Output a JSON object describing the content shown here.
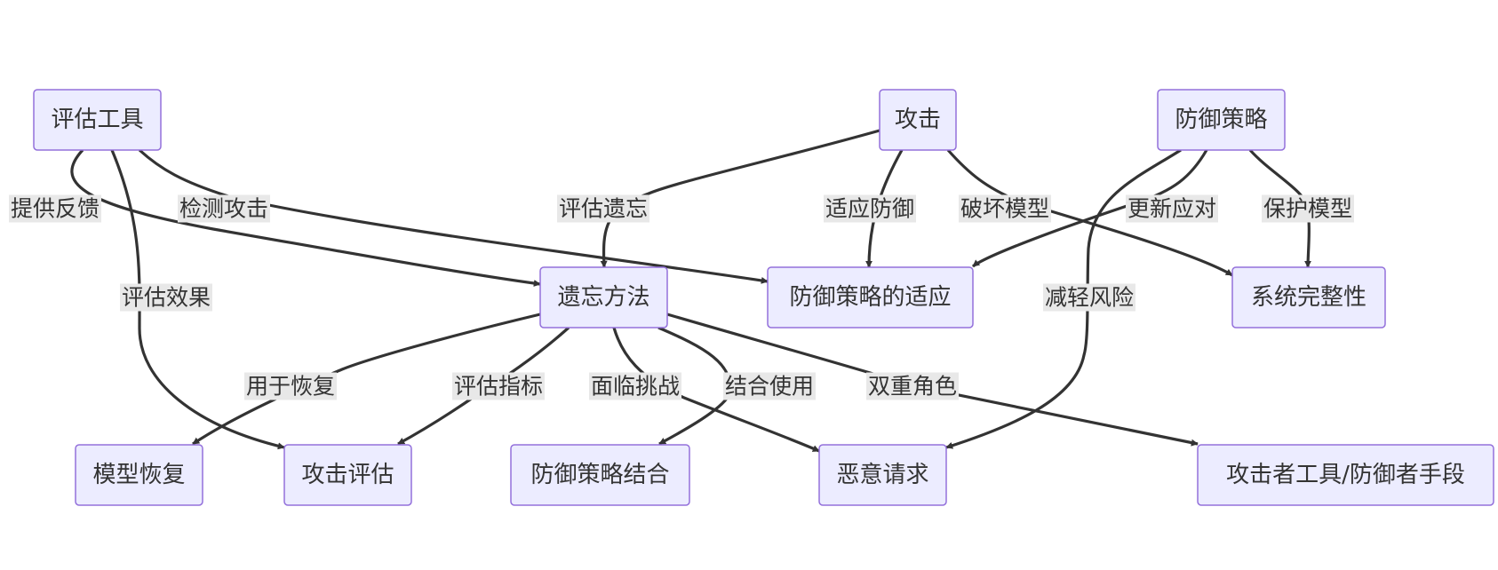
{
  "nodes": [
    {
      "id": "eval_tools",
      "label": "评估工具"
    },
    {
      "id": "attack",
      "label": "攻击"
    },
    {
      "id": "defense",
      "label": "防御策略"
    },
    {
      "id": "unlearn",
      "label": "遗忘方法"
    },
    {
      "id": "defense_adapt",
      "label": "防御策略的适应"
    },
    {
      "id": "integrity",
      "label": "系统完整性"
    },
    {
      "id": "model_recovery",
      "label": "模型恢复"
    },
    {
      "id": "attack_eval",
      "label": "攻击评估"
    },
    {
      "id": "defense_combo",
      "label": "防御策略结合"
    },
    {
      "id": "malicious",
      "label": "恶意请求"
    },
    {
      "id": "dual_tool",
      "label": "攻击者工具/防御者手段"
    }
  ],
  "edges": [
    {
      "id": "e1",
      "from": "eval_tools",
      "to": "unlearn",
      "label": "提供反馈"
    },
    {
      "id": "e2",
      "from": "eval_tools",
      "to": "defense_adapt",
      "label": "检测攻击"
    },
    {
      "id": "e3",
      "from": "eval_tools",
      "to": "attack_eval",
      "label": "评估效果"
    },
    {
      "id": "e4",
      "from": "attack",
      "to": "unlearn",
      "label": "评估遗忘"
    },
    {
      "id": "e5",
      "from": "attack",
      "to": "defense_adapt",
      "label": "适应防御"
    },
    {
      "id": "e6",
      "from": "attack",
      "to": "integrity",
      "label": "破坏模型"
    },
    {
      "id": "e7",
      "from": "defense",
      "to": "defense_adapt",
      "label": "更新应对"
    },
    {
      "id": "e8",
      "from": "defense",
      "to": "integrity",
      "label": "保护模型"
    },
    {
      "id": "e9",
      "from": "defense",
      "to": "malicious",
      "label": "减轻风险"
    },
    {
      "id": "e10",
      "from": "unlearn",
      "to": "model_recovery",
      "label": "用于恢复"
    },
    {
      "id": "e11",
      "from": "unlearn",
      "to": "attack_eval",
      "label": "评估指标"
    },
    {
      "id": "e12",
      "from": "unlearn",
      "to": "malicious",
      "label": "面临挑战"
    },
    {
      "id": "e13",
      "from": "unlearn",
      "to": "defense_combo",
      "label": "结合使用"
    },
    {
      "id": "e14",
      "from": "unlearn",
      "to": "dual_tool",
      "label": "双重角色"
    }
  ]
}
